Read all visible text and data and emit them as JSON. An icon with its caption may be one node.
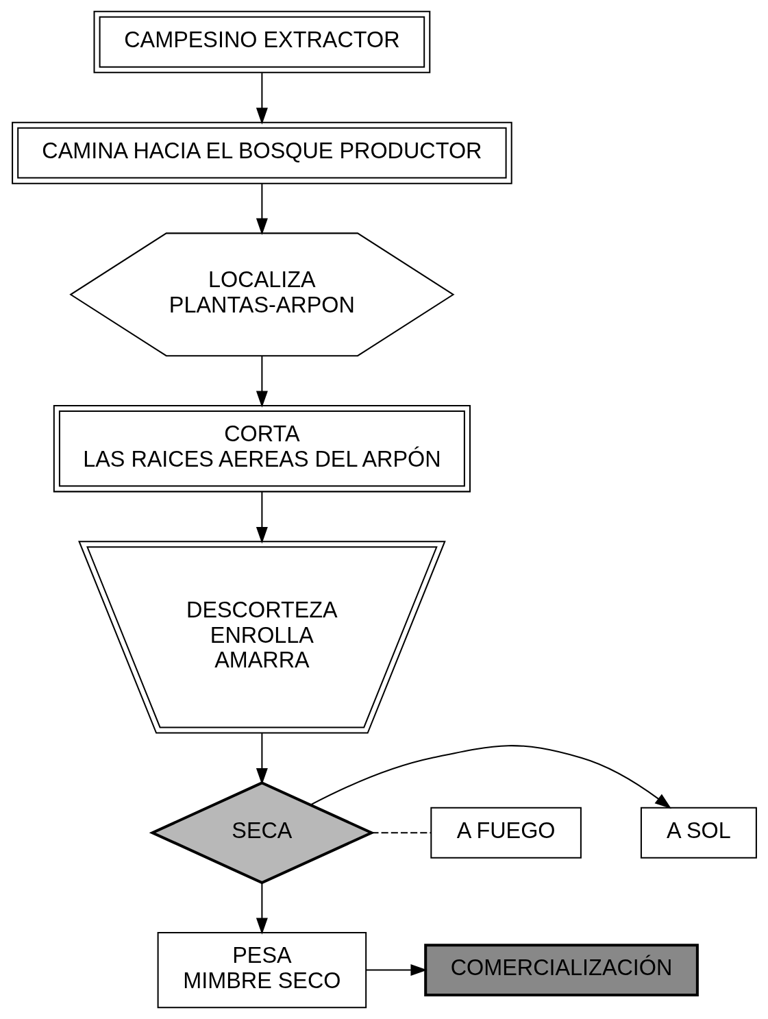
{
  "diagram": {
    "nodes": [
      {
        "text": [
          "CAMPESINO EXTRACTOR"
        ]
      },
      {
        "text": [
          "CAMINA HACIA EL BOSQUE PRODUCTOR"
        ]
      },
      {
        "text": [
          "LOCALIZA",
          "PLANTAS-ARPON"
        ]
      },
      {
        "text": [
          "CORTA",
          "LAS RAICES AEREAS DEL ARPÓN"
        ]
      },
      {
        "text": [
          "DESCORTEZA",
          "ENROLLA",
          "AMARRA"
        ]
      },
      {
        "text": [
          "SECA"
        ]
      },
      {
        "text": [
          "A SOL"
        ]
      },
      {
        "text": [
          "A FUEGO"
        ]
      },
      {
        "text": [
          "PESA",
          "MIMBRE SECO"
        ]
      },
      {
        "text": [
          "COMERCIALIZACIÓN"
        ]
      }
    ],
    "edges": [
      {
        "from": 0,
        "to": 1,
        "arrow": "to"
      },
      {
        "from": 1,
        "to": 2,
        "arrow": "to"
      },
      {
        "from": 2,
        "to": 3,
        "arrow": "to"
      },
      {
        "from": 3,
        "to": 4,
        "arrow": "to"
      },
      {
        "from": 4,
        "to": 5,
        "arrow": "to"
      },
      {
        "from": 5,
        "to": 6,
        "arrow": "to"
      },
      {
        "from": 5,
        "to": 7,
        "arrow": "none",
        "style": "dashed"
      },
      {
        "from": 5,
        "to": 8,
        "arrow": "to"
      },
      {
        "from": 8,
        "to": 9,
        "arrow": "to"
      }
    ]
  }
}
